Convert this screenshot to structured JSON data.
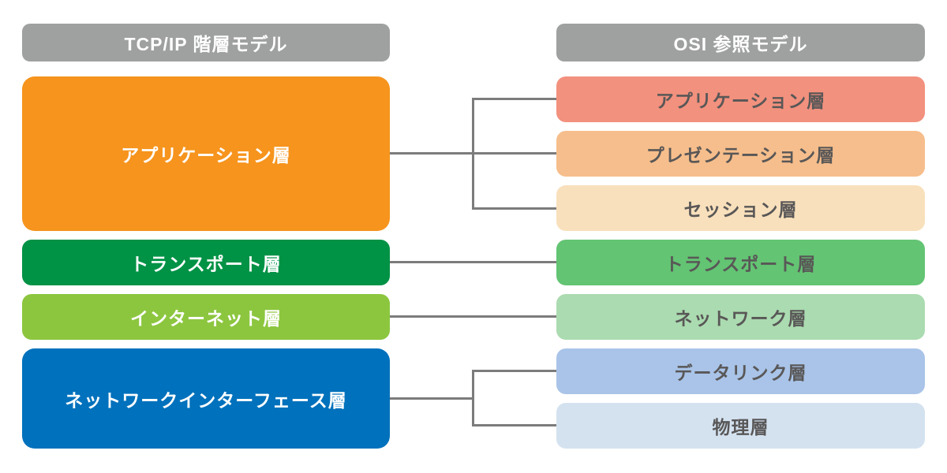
{
  "diagram": {
    "left": {
      "header": "TCP/IP 階層モデル",
      "boxes": [
        {
          "label": "アプリケーション層",
          "color": "#f6941d"
        },
        {
          "label": "トランスポート層",
          "color": "#009245"
        },
        {
          "label": "インターネット層",
          "color": "#8cc63f"
        },
        {
          "label": "ネットワークインターフェース層",
          "color": "#0071bc"
        }
      ]
    },
    "right": {
      "header": "OSI 参照モデル",
      "boxes": [
        {
          "label": "アプリケーション層",
          "color": "#f2917e"
        },
        {
          "label": "プレゼンテーション層",
          "color": "#f6be8c"
        },
        {
          "label": "セッション層",
          "color": "#f8e0bc"
        },
        {
          "label": "トランスポート層",
          "color": "#63c473"
        },
        {
          "label": "ネットワーク層",
          "color": "#abdbb0"
        },
        {
          "label": "データリンク層",
          "color": "#a9c4e8"
        },
        {
          "label": "物理層",
          "color": "#d4e2f0"
        }
      ]
    },
    "colors": {
      "header_bg": "#9fa0a0",
      "header_text": "#ffffff",
      "left_box_text": "#ffffff",
      "right_box_text": "#595757",
      "connector": "#7c7c7c"
    }
  }
}
